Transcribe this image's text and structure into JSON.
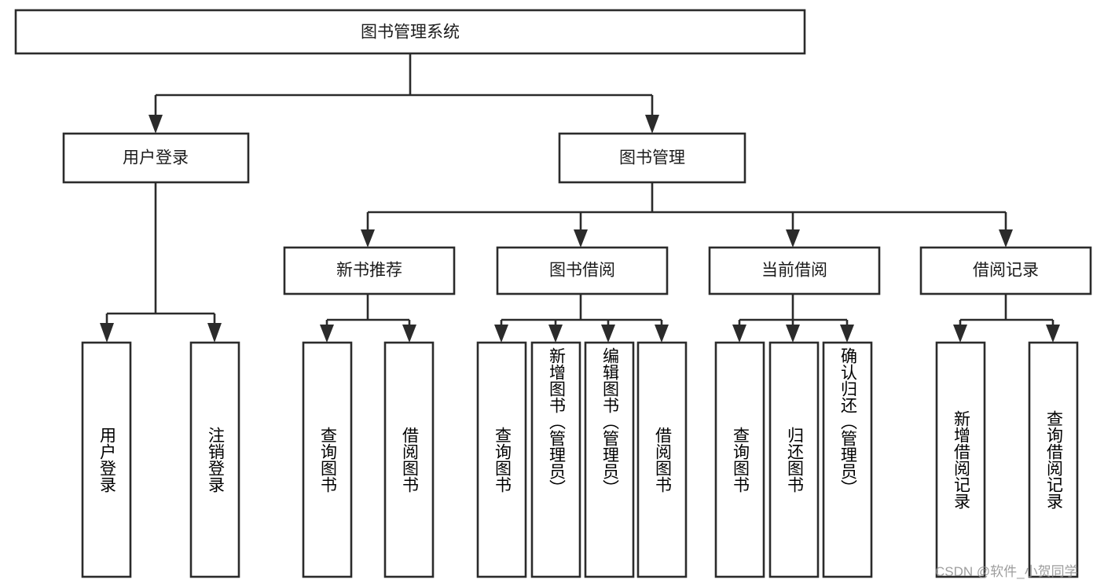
{
  "diagram": {
    "type": "tree-hierarchy-chart",
    "title": "图书管理系统",
    "orientation": "top-down",
    "colors": {
      "box_stroke": "#2b2b2b",
      "box_fill": "#ffffff",
      "connector": "#2b2b2b",
      "text": "#1b1b1b",
      "watermark": "#8d8d8d",
      "background": "#ffffff"
    },
    "levels": {
      "root": {
        "label": "图书管理系统"
      },
      "level2": [
        {
          "label": "用户登录"
        },
        {
          "label": "图书管理"
        }
      ],
      "level3": [
        {
          "label": "新书推荐"
        },
        {
          "label": "图书借阅"
        },
        {
          "label": "当前借阅"
        },
        {
          "label": "借阅记录"
        }
      ],
      "level4": [
        {
          "label": "用户登录",
          "parent": "用户登录"
        },
        {
          "label": "注销登录",
          "parent": "用户登录"
        },
        {
          "label": "查询图书",
          "parent": "新书推荐"
        },
        {
          "label": "借阅图书",
          "parent": "新书推荐"
        },
        {
          "label": "查询图书",
          "parent": "图书借阅"
        },
        {
          "label": "新增图书（管理员）",
          "parent": "图书借阅"
        },
        {
          "label": "编辑图书（管理员）",
          "parent": "图书借阅"
        },
        {
          "label": "借阅图书",
          "parent": "图书借阅"
        },
        {
          "label": "查询图书",
          "parent": "当前借阅"
        },
        {
          "label": "归还图书",
          "parent": "当前借阅"
        },
        {
          "label": "确认归还（管理员）",
          "parent": "当前借阅"
        },
        {
          "label": "新增借阅记录",
          "parent": "借阅记录"
        },
        {
          "label": "查询借阅记录",
          "parent": "借阅记录"
        }
      ]
    },
    "watermark": "CSDN @软件_小贺同学"
  }
}
